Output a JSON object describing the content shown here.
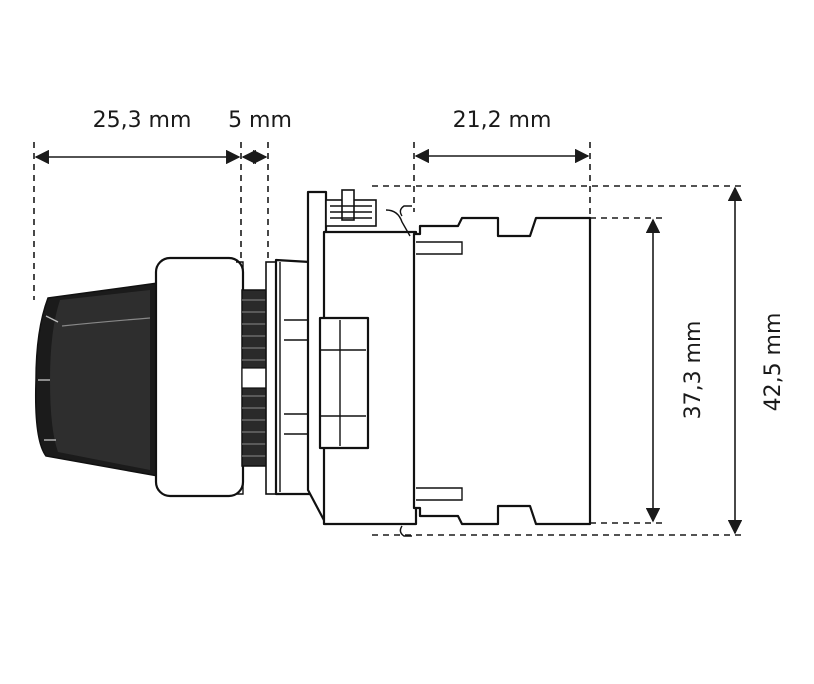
{
  "dimensions": {
    "knob_length": "25,3 mm",
    "panel_thickness": "5 mm",
    "block_depth": "21,2 mm",
    "block_height": "37,3 mm",
    "overall_height": "42,5 mm"
  }
}
